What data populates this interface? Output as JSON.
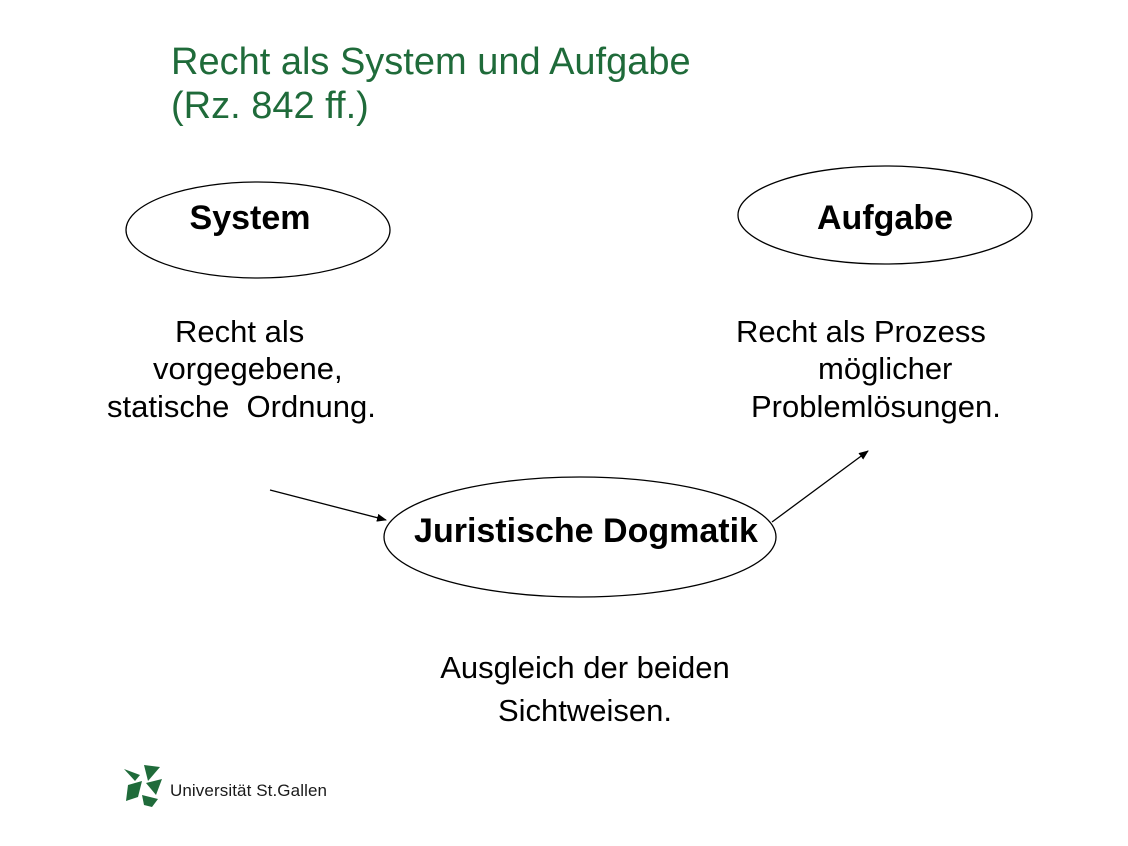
{
  "title": {
    "line1": "Recht als System und Aufgabe",
    "line2": "(Rz. 842 ff.)"
  },
  "nodes": {
    "system": {
      "label": "System",
      "description": [
        "Recht als",
        "vorgegebene,",
        "statische  Ordnung."
      ]
    },
    "aufgabe": {
      "label": "Aufgabe",
      "description": [
        "Recht als Prozess",
        "möglicher",
        "Problemlösungen."
      ]
    },
    "dogmatik": {
      "label": "Juristische Dogmatik",
      "description": [
        "Ausgleich der beiden",
        "Sichtweisen."
      ]
    }
  },
  "logo": {
    "text": "Universität St.Gallen",
    "icon": "hsg-leaf-icon"
  },
  "colors": {
    "title": "#1f6b3a",
    "logo_green": "#1f6b3a"
  }
}
